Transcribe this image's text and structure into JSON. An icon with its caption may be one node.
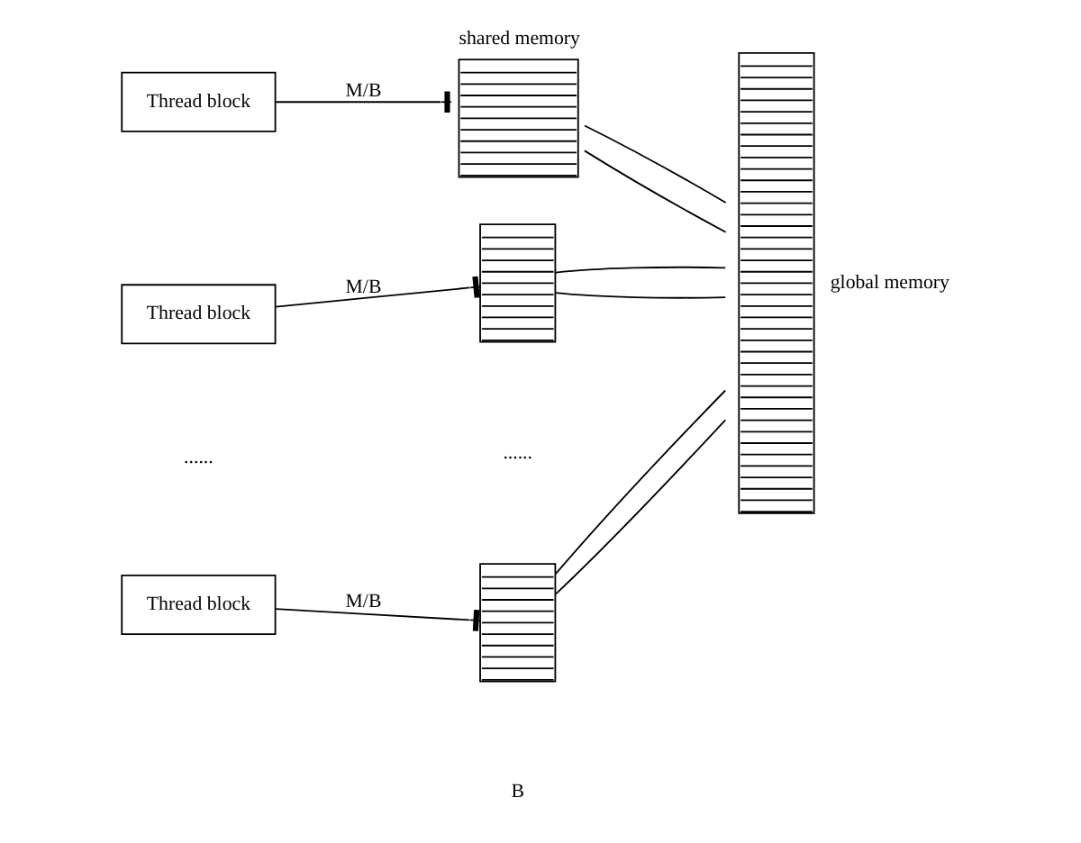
{
  "diagram": {
    "nodes": [
      {
        "text": [
          "Thread block"
        ]
      },
      {
        "text": [],
        "shape": "bar",
        "beside": [
          "shared memory"
        ]
      },
      {
        "text": [
          "Thread block"
        ]
      },
      {
        "text": [],
        "shape": "bar"
      },
      {
        "text": [
          "Thread block"
        ]
      },
      {
        "text": [],
        "shape": "bar"
      },
      {
        "text": [],
        "shape": "bar",
        "beside": [
          "global memory"
        ]
      }
    ],
    "edges": [
      {
        "from": 0,
        "to": 1,
        "arrow": "other",
        "label": "M/B"
      },
      {
        "from": 2,
        "to": 3,
        "arrow": "other",
        "label": "M/B"
      },
      {
        "from": 4,
        "to": 5,
        "arrow": "other",
        "label": "M/B"
      },
      {
        "from": 1,
        "to": 6,
        "arrow": "none"
      },
      {
        "from": 1,
        "to": 6,
        "arrow": "none"
      },
      {
        "from": 3,
        "to": 6,
        "arrow": "none"
      },
      {
        "from": 3,
        "to": 6,
        "arrow": "none"
      },
      {
        "from": 5,
        "to": 6,
        "arrow": "none"
      },
      {
        "from": 5,
        "to": 6,
        "arrow": "none"
      }
    ],
    "labels": [
      "......",
      "......",
      "B"
    ]
  }
}
